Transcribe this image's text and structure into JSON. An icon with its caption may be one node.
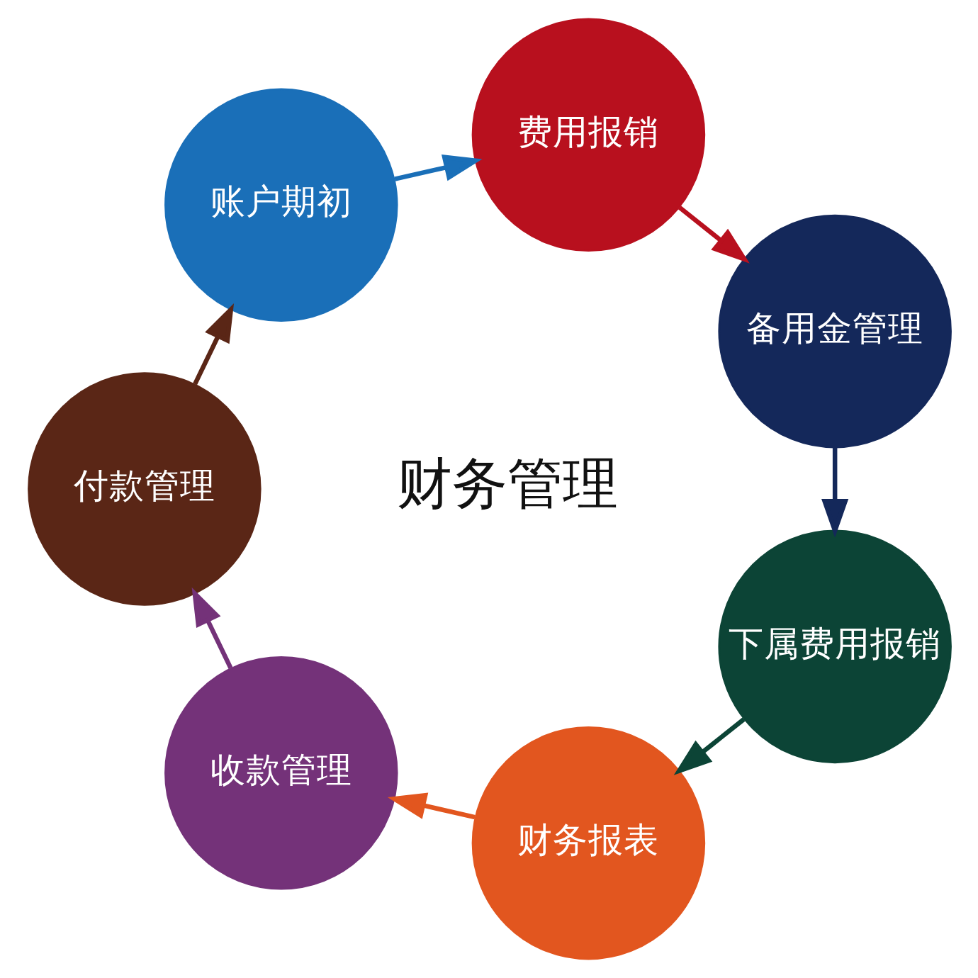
{
  "diagram": {
    "nodes": [
      {
        "text": [
          "账户期初"
        ]
      },
      {
        "text": [
          "费用报销"
        ]
      },
      {
        "text": [
          "备用金管理"
        ]
      },
      {
        "text": [
          "下属费用报销"
        ]
      },
      {
        "text": [
          "财务报表"
        ]
      },
      {
        "text": [
          "收款管理"
        ]
      },
      {
        "text": [
          "付款管理"
        ]
      }
    ],
    "edges": [
      {
        "from": 0,
        "to": 1,
        "arrow": "to",
        "color": "#1a6fb8"
      },
      {
        "from": 1,
        "to": 2,
        "arrow": "to",
        "color": "#b8101e"
      },
      {
        "from": 2,
        "to": 3,
        "arrow": "to",
        "color": "#14285a"
      },
      {
        "from": 3,
        "to": 4,
        "arrow": "to",
        "color": "#0c4436"
      },
      {
        "from": 4,
        "to": 5,
        "arrow": "to",
        "color": "#e2561f"
      },
      {
        "from": 5,
        "to": 6,
        "arrow": "to",
        "color": "#743279"
      },
      {
        "from": 6,
        "to": 0,
        "arrow": "to",
        "color": "#5a2616"
      }
    ],
    "labels": [
      "财务管理"
    ]
  }
}
